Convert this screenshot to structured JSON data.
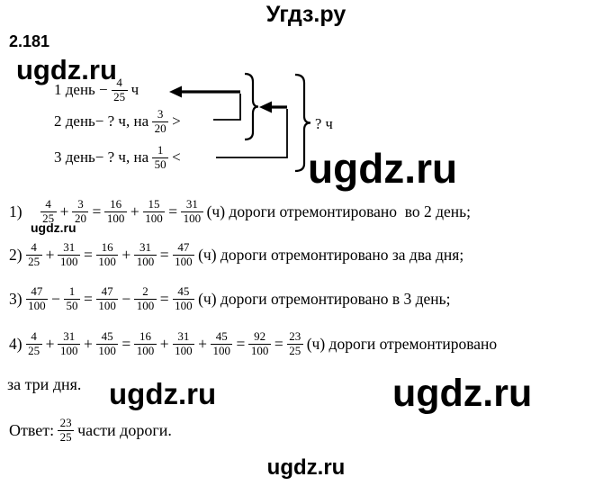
{
  "header": {
    "title": "Угдз.ру"
  },
  "problem": {
    "number": "2.181"
  },
  "watermarks": {
    "top_left": "ugdz.ru",
    "mid_right": "ugdz.ru",
    "small": "ugdz.ru",
    "mid": "ugdz.ru",
    "bottom_right": "ugdz.ru",
    "footer": "ugdz.ru"
  },
  "diagram": {
    "day1": [
      {
        "text": "1 день −"
      },
      {
        "frac": [
          "4",
          "25"
        ]
      },
      {
        "text": "ч"
      }
    ],
    "day2": [
      {
        "text": "2 день− ? ч, на"
      },
      {
        "frac": [
          "3",
          "20"
        ]
      },
      {
        "text": ">"
      }
    ],
    "day3": [
      {
        "text": "3 день− ? ч, на"
      },
      {
        "frac": [
          "1",
          "50"
        ]
      },
      {
        "text": "<"
      }
    ],
    "total_label": "? ч"
  },
  "solution": {
    "step1": [
      {
        "text": "1)"
      },
      {
        "frac": [
          "4",
          "25"
        ]
      },
      {
        "text": "+"
      },
      {
        "frac": [
          "3",
          "20"
        ]
      },
      {
        "text": "="
      },
      {
        "frac": [
          "16",
          "100"
        ]
      },
      {
        "text": "+"
      },
      {
        "frac": [
          "15",
          "100"
        ]
      },
      {
        "text": "="
      },
      {
        "frac": [
          "31",
          "100"
        ]
      },
      {
        "text": "(ч) дороги отремонтировано  во 2 день;"
      }
    ],
    "step2": [
      {
        "text": "2)"
      },
      {
        "frac": [
          "4",
          "25"
        ]
      },
      {
        "text": "+"
      },
      {
        "frac": [
          "31",
          "100"
        ]
      },
      {
        "text": "="
      },
      {
        "frac": [
          "16",
          "100"
        ]
      },
      {
        "text": "+"
      },
      {
        "frac": [
          "31",
          "100"
        ]
      },
      {
        "text": "="
      },
      {
        "frac": [
          "47",
          "100"
        ]
      },
      {
        "text": "(ч) дороги отремонтировано за два дня;"
      }
    ],
    "step3": [
      {
        "text": "3)"
      },
      {
        "frac": [
          "47",
          "100"
        ]
      },
      {
        "text": "−"
      },
      {
        "frac": [
          "1",
          "50"
        ]
      },
      {
        "text": "="
      },
      {
        "frac": [
          "47",
          "100"
        ]
      },
      {
        "text": "−"
      },
      {
        "frac": [
          "2",
          "100"
        ]
      },
      {
        "text": "="
      },
      {
        "frac": [
          "45",
          "100"
        ]
      },
      {
        "text": "(ч) дороги отремонтировано в 3 день;"
      }
    ],
    "step4": [
      {
        "text": "4)"
      },
      {
        "frac": [
          "4",
          "25"
        ]
      },
      {
        "text": "+"
      },
      {
        "frac": [
          "31",
          "100"
        ]
      },
      {
        "text": "+"
      },
      {
        "frac": [
          "45",
          "100"
        ]
      },
      {
        "text": "="
      },
      {
        "frac": [
          "16",
          "100"
        ]
      },
      {
        "text": "+"
      },
      {
        "frac": [
          "31",
          "100"
        ]
      },
      {
        "text": "+"
      },
      {
        "frac": [
          "45",
          "100"
        ]
      },
      {
        "text": "="
      },
      {
        "frac": [
          "92",
          "100"
        ]
      },
      {
        "text": "="
      },
      {
        "frac": [
          "23",
          "25"
        ]
      },
      {
        "text": "(ч) дороги отремонтировано"
      }
    ],
    "step4_continuation": "за три дня.",
    "answer": [
      {
        "text": "Ответ:"
      },
      {
        "frac": [
          "23",
          "25"
        ]
      },
      {
        "text": "части дороги."
      }
    ]
  }
}
